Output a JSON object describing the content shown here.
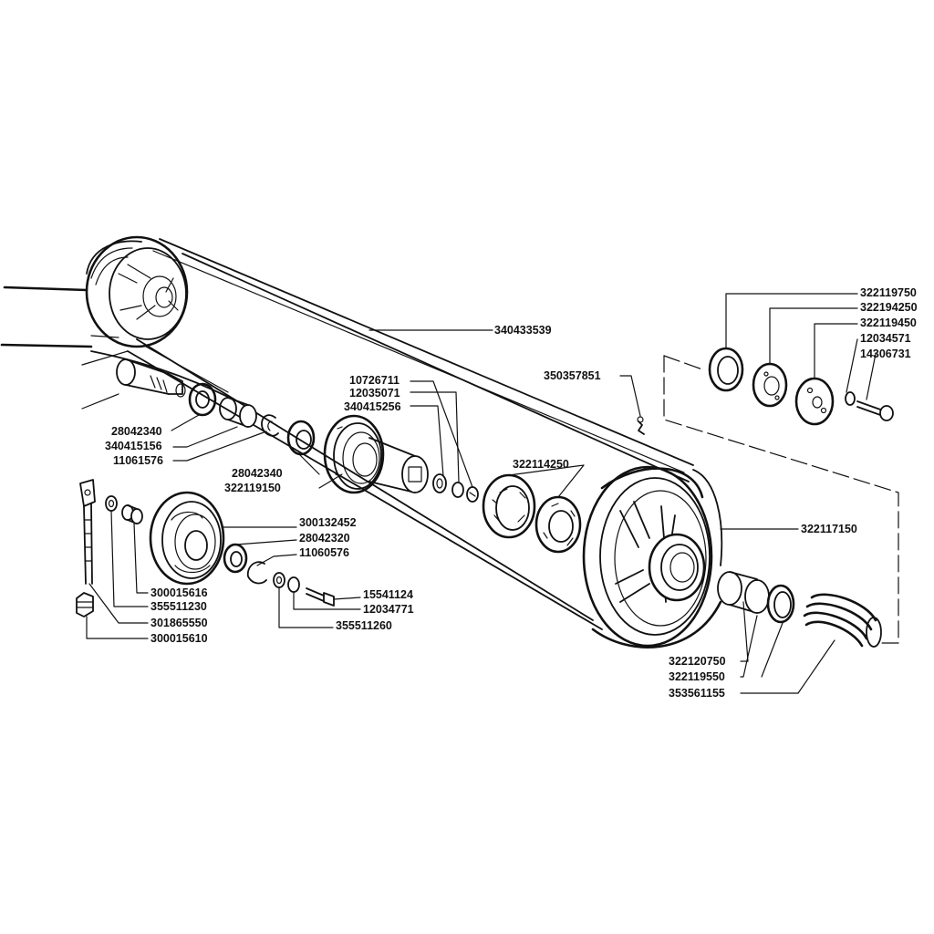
{
  "labels": {
    "l_340433539": "340433539",
    "l_322119750": "322119750",
    "l_322194250": "322194250",
    "l_322119450": "322119450",
    "l_12034571": "12034571",
    "l_14306731": "14306731",
    "l_350357851": "350357851",
    "l_10726711": "10726711",
    "l_12035071": "12035071",
    "l_340415256": "340415256",
    "l_322114250": "322114250",
    "l_28042340_a": "28042340",
    "l_340415156": "340415156",
    "l_11061576": "11061576",
    "l_28042340_b": "28042340",
    "l_322119150": "322119150",
    "l_300132452": "300132452",
    "l_28042320": "28042320",
    "l_11060576": "11060576",
    "l_15541124": "15541124",
    "l_12034771": "12034771",
    "l_355511260": "355511260",
    "l_300015616": "300015616",
    "l_355511230": "355511230",
    "l_301865550": "301865550",
    "l_300015610": "300015610",
    "l_322117150": "322117150",
    "l_322120750": "322120750",
    "l_322119550": "322119550",
    "l_353561155": "353561155"
  }
}
